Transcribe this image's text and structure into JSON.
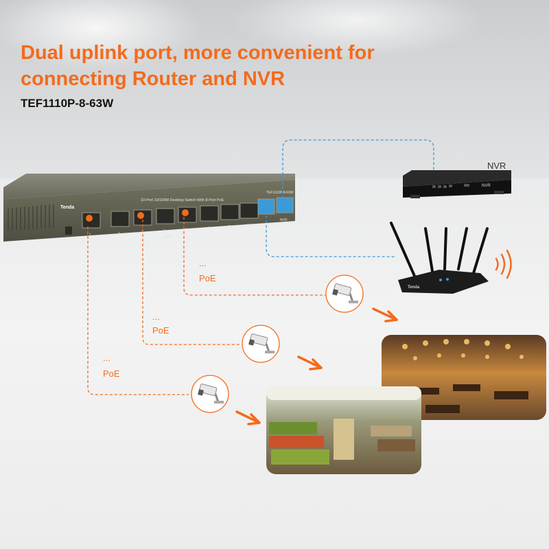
{
  "headline": {
    "line1": "Dual uplink port, more convenient for",
    "line2": "connecting Router and NVR"
  },
  "model": "TEF1110P-8-63W",
  "switch": {
    "brand": "Tenda",
    "description": "10-Port 10/100M Desktop Switch With 8-Port PoE",
    "model_tag": "TEF1110P-8-63W",
    "port_numbers": [
      "1",
      "2",
      "3",
      "4",
      "5",
      "6",
      "7",
      "8"
    ],
    "uplink_label": "NVR",
    "poe_label": "PoE"
  },
  "nvr": {
    "label": "NVR",
    "panel_text": "NVR"
  },
  "router": {
    "brand": "Tenda"
  },
  "connections": [
    {
      "label": "PoE",
      "ellipsis": "..."
    },
    {
      "label": "PoE",
      "ellipsis": "..."
    },
    {
      "label": "PoE",
      "ellipsis": "..."
    }
  ],
  "colors": {
    "accent": "#f36b1c",
    "uplink": "#3b9bd8",
    "switch_body": "#6f6e62"
  },
  "icons": [
    "camera-icon",
    "wifi-signal-icon",
    "arrow-right-icon"
  ]
}
